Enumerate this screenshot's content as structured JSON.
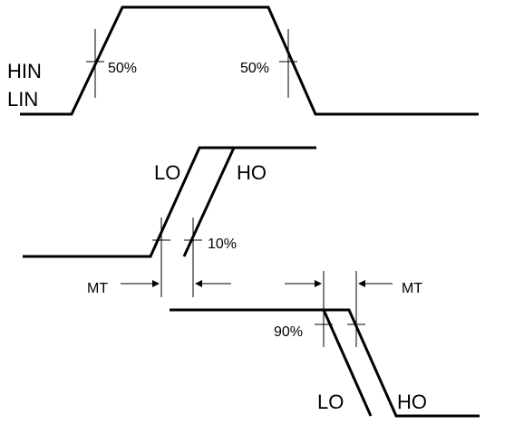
{
  "labels": {
    "hin": "HIN",
    "lin": "LIN",
    "rise_50": "50%",
    "fall_50": "50%",
    "lo_top": "LO",
    "ho_top": "HO",
    "rise_10": "10%",
    "mt_left": "MT",
    "fall_90": "90%",
    "mt_right": "MT",
    "lo_bottom": "LO",
    "ho_bottom": "HO"
  }
}
